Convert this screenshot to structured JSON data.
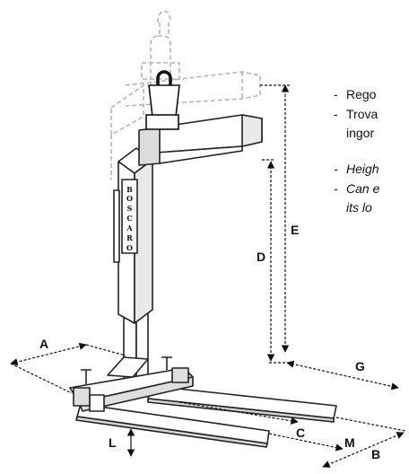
{
  "diagram": {
    "brand_letters": [
      "B",
      "O",
      "S",
      "C",
      "A",
      "R",
      "O"
    ],
    "dimension_labels": {
      "A": "A",
      "B": "B",
      "C": "C",
      "D": "D",
      "E": "E",
      "G": "G",
      "L": "L",
      "M": "M"
    },
    "notes": [
      {
        "dash": "-",
        "text": "Rego",
        "italic": false
      },
      {
        "dash": "-",
        "text": "Trova",
        "italic": false
      },
      {
        "dash": "",
        "text": "ingor",
        "italic": false
      },
      {
        "dash": "-",
        "text": "Heigh",
        "italic": true
      },
      {
        "dash": "-",
        "text": "Can e",
        "italic": true
      },
      {
        "dash": "",
        "text": "its lo",
        "italic": true
      }
    ]
  }
}
